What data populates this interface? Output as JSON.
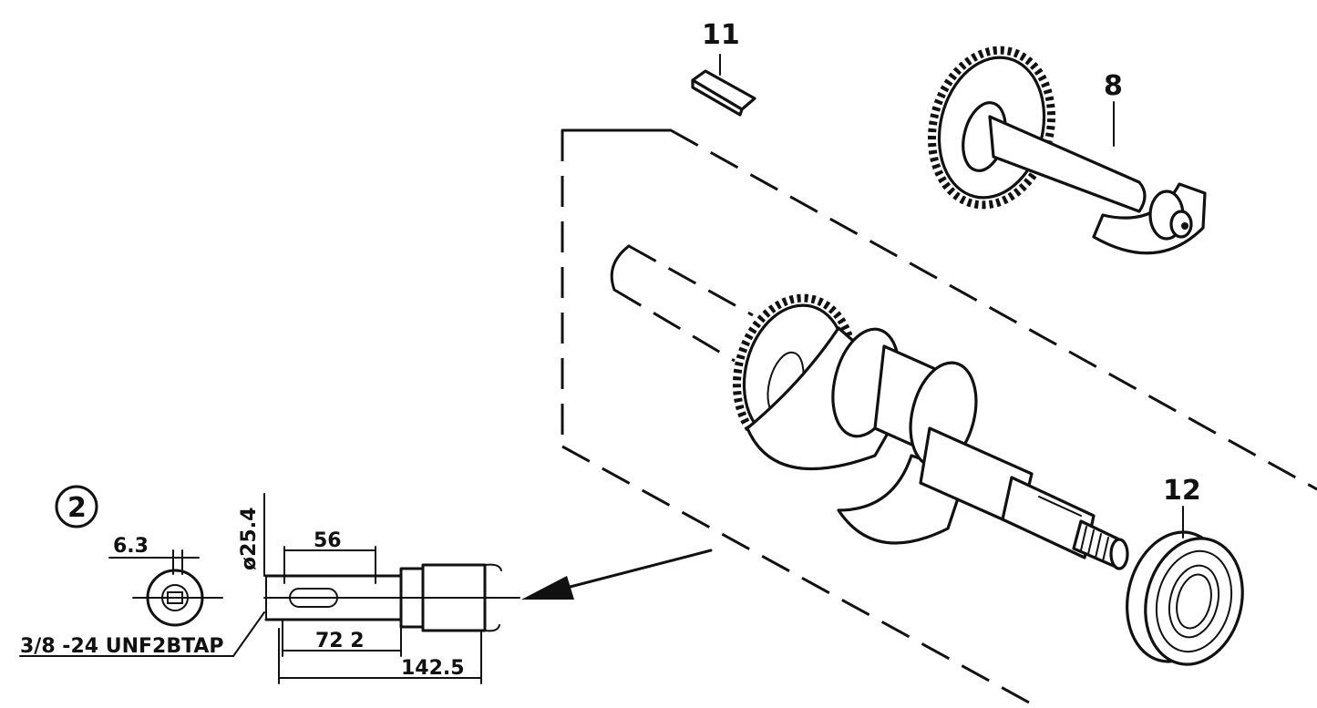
{
  "callouts": {
    "part_11": "11",
    "part_8": "8",
    "part_12": "12",
    "detail_2": "2"
  },
  "dimensions": {
    "key_width": "6.3",
    "diameter": "ø25.4",
    "length_56": "56",
    "length_72": "72 2",
    "length_142": "142.5",
    "thread": "3/8 -24 UNF2BTAP"
  }
}
